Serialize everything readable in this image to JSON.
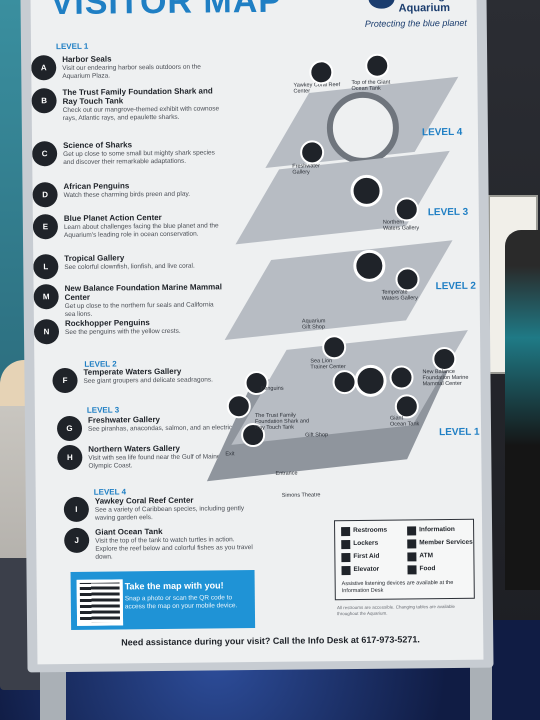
{
  "sign": {
    "title": "VISITOR MAP",
    "logo_text": "New England\nAquarium",
    "tagline": "Protecting the blue planet"
  },
  "directory": {
    "level1": {
      "heading": "LEVEL 1",
      "items": [
        {
          "badge": "A",
          "name": "Harbor Seals",
          "desc": "Visit our endearing harbor seals outdoors on the Aquarium Plaza."
        },
        {
          "badge": "B",
          "name": "The Trust Family Foundation Shark and Ray Touch Tank",
          "desc": "Check out our mangrove-themed exhibit with cownose rays, Atlantic rays, and epaulette sharks."
        },
        {
          "badge": "C",
          "name": "Science of Sharks",
          "desc": "Get up close to some small but mighty shark species and discover their remarkable adaptations."
        },
        {
          "badge": "D",
          "name": "African Penguins",
          "desc": "Watch these charming birds preen and play."
        },
        {
          "badge": "E",
          "name": "Blue Planet Action Center",
          "desc": "Learn about challenges facing the blue planet and the Aquarium's leading role in ocean conservation."
        },
        {
          "badge": "L",
          "name": "Tropical Gallery",
          "desc": "See colorful clownfish, lionfish, and live coral."
        },
        {
          "badge": "M",
          "name": "New Balance Foundation Marine Mammal Center",
          "desc": "Get up close to the northern fur seals and California sea lions."
        },
        {
          "badge": "N",
          "name": "Rockhopper Penguins",
          "desc": "See the penguins with the yellow crests."
        }
      ]
    },
    "level2": {
      "heading": "LEVEL 2",
      "items": [
        {
          "badge": "F",
          "name": "Temperate Waters Gallery",
          "desc": "See giant groupers and delicate seadragons."
        }
      ]
    },
    "level3": {
      "heading": "LEVEL 3",
      "items": [
        {
          "badge": "G",
          "name": "Freshwater Gallery",
          "desc": "See piranhas, anacondas, salmon, and an electric eel."
        },
        {
          "badge": "H",
          "name": "Northern Waters Gallery",
          "desc": "Visit with sea life found near the Gulf of Maine and Olympic Coast."
        }
      ]
    },
    "level4": {
      "heading": "LEVEL 4",
      "items": [
        {
          "badge": "I",
          "name": "Yawkey Coral Reef Center",
          "desc": "See a variety of Caribbean species, including gently waving garden eels."
        },
        {
          "badge": "J",
          "name": "Giant Ocean Tank",
          "desc": "Visit the top of the tank to watch turtles in action. Explore the reef below and colorful fishes as you travel down."
        }
      ]
    }
  },
  "map": {
    "level_labels": [
      "LEVEL 4",
      "LEVEL 3",
      "LEVEL 2",
      "LEVEL 1"
    ],
    "labels": {
      "coral": "Yawkey Coral Reef Center",
      "top_tank": "Top of the Giant Ocean Tank",
      "freshwater": "Freshwater Gallery",
      "northern": "Northern Waters Gallery",
      "temperate": "Temperate Waters Gallery",
      "gift1": "Aquarium Gift Shop",
      "gift2": "Gift Shop",
      "sealion": "Sea Lion Trainer Center",
      "marine": "New Balance Foundation Marine Mammal Center",
      "touch": "The Trust Family Foundation Shark and Ray Touch Tank",
      "entrance": "Entrance",
      "exit": "Exit",
      "theater": "Simons Theatre",
      "penguins": "Penguins",
      "giant": "Giant Ocean Tank"
    }
  },
  "legend": [
    {
      "icon": "restroom-icon",
      "label": "Restrooms"
    },
    {
      "icon": "info-icon",
      "label": "Information"
    },
    {
      "icon": "locker-icon",
      "label": "Lockers"
    },
    {
      "icon": "member-icon",
      "label": "Member Services"
    },
    {
      "icon": "first-aid-icon",
      "label": "First Aid"
    },
    {
      "icon": "atm-icon",
      "label": "ATM"
    },
    {
      "icon": "elevator-icon",
      "label": "Elevator"
    },
    {
      "icon": "food-icon",
      "label": "Food"
    }
  ],
  "legend_note": "Assistive listening devices are available at the Information Desk",
  "fine_print": "All restrooms are accessible. Changing tables are available throughout the Aquarium.",
  "qr": {
    "title": "Take the map with you!",
    "text": "Snap a photo or scan the QR code to access the map on your mobile device."
  },
  "footer": "Need assistance during your visit? Call the Info Desk at 617-973-5271."
}
